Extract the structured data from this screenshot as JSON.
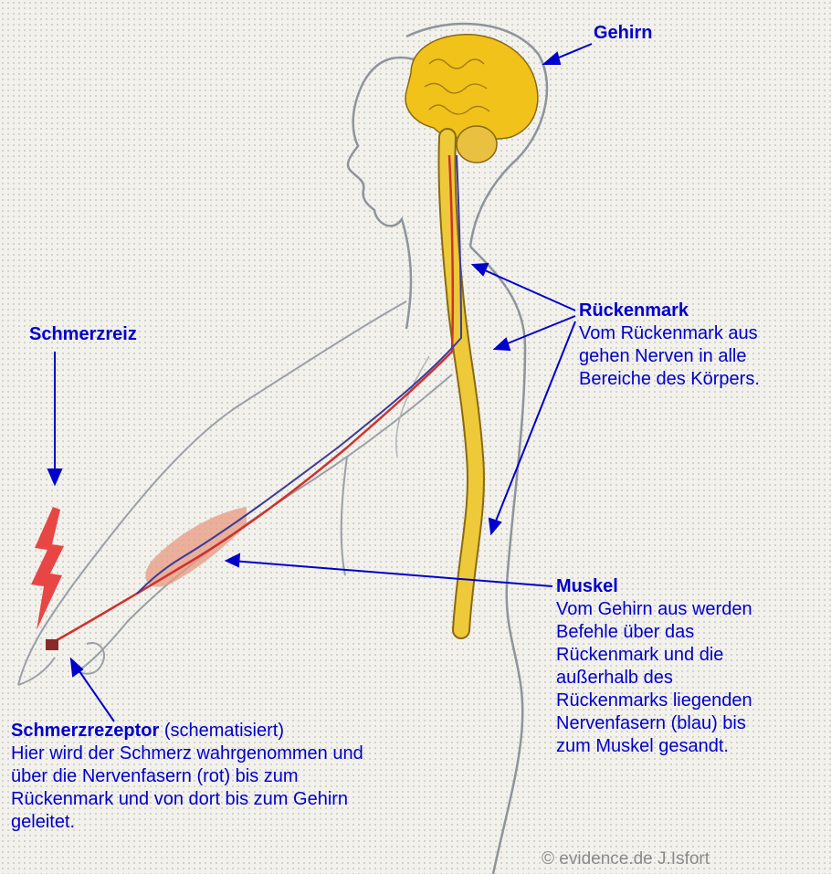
{
  "labels": {
    "gehirn": {
      "title": "Gehirn"
    },
    "rueckenmark": {
      "title": "Rückenmark",
      "lines": [
        "Vom Rückenmark aus",
        "gehen Nerven in alle",
        "Bereiche des Körpers."
      ]
    },
    "schmerzreiz": {
      "title": "Schmerzreiz"
    },
    "muskel": {
      "title": "Muskel",
      "lines": [
        "Vom Gehirn aus werden",
        "Befehle über das",
        "Rückenmark und die",
        "außerhalb des",
        "Rückenmarks liegenden",
        "Nervenfasern (blau) bis",
        "zum Muskel gesandt."
      ]
    },
    "schmerzrezeptor": {
      "title": "Schmerzrezeptor",
      "subtitle": "(schematisiert)",
      "lines": [
        "Hier wird der Schmerz wahrgenommen und",
        "über die Nervenfasern (rot) bis zum",
        "Rückenmark und von dort bis zum Gehirn",
        "geleitet."
      ]
    }
  },
  "copyright": "© evidence.de J.Isfort",
  "colors": {
    "label_text": "#0000cc",
    "brain": "#f0c21a",
    "spinal_cord": "#eec93a",
    "sensory_nerve": "#d0312d",
    "motor_nerve": "#3b3b9b",
    "muscle": "#e79a82",
    "lightning": "#e84545",
    "body_outline": "#9aa0a8",
    "background": "#f2f1ec"
  }
}
